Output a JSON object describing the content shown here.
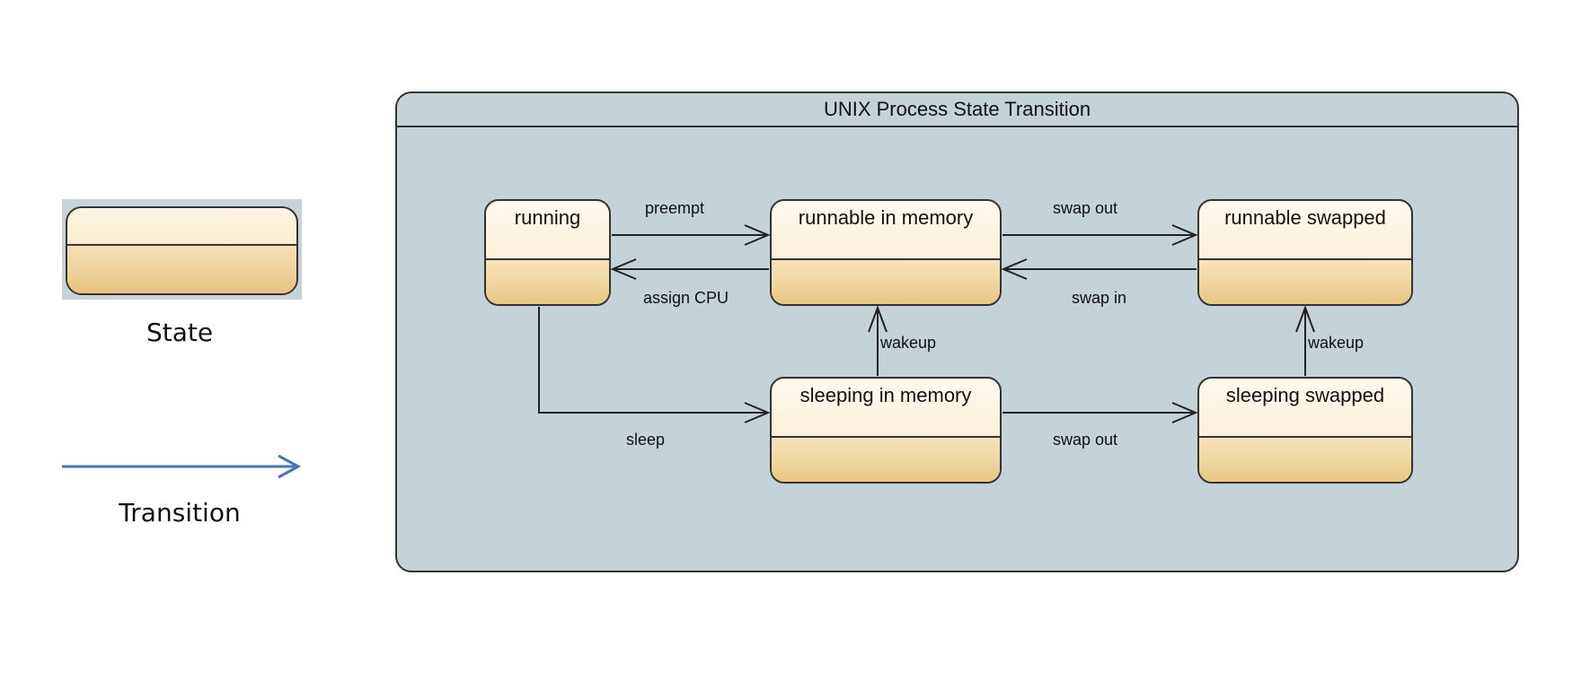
{
  "legend": {
    "state_label": "State",
    "transition_label": "Transition",
    "transition_color": "#4a72b8"
  },
  "diagram": {
    "title": "UNIX Process State Transition",
    "states": {
      "running": "running",
      "runnable_in_memory": "runnable in memory",
      "runnable_swapped": "runnable swapped",
      "sleeping_in_memory": "sleeping in memory",
      "sleeping_swapped": "sleeping swapped"
    },
    "transitions": {
      "preempt": "preempt",
      "assign_cpu": "assign CPU",
      "swap_out_top": "swap out",
      "swap_in": "swap in",
      "wakeup_left": "wakeup",
      "wakeup_right": "wakeup",
      "sleep": "sleep",
      "swap_out_bottom": "swap out"
    }
  },
  "colors": {
    "container_bg": "#c5d2d8",
    "state_top": "#fffaf0",
    "state_bottom": "#e9c783",
    "outline": "#333333"
  }
}
